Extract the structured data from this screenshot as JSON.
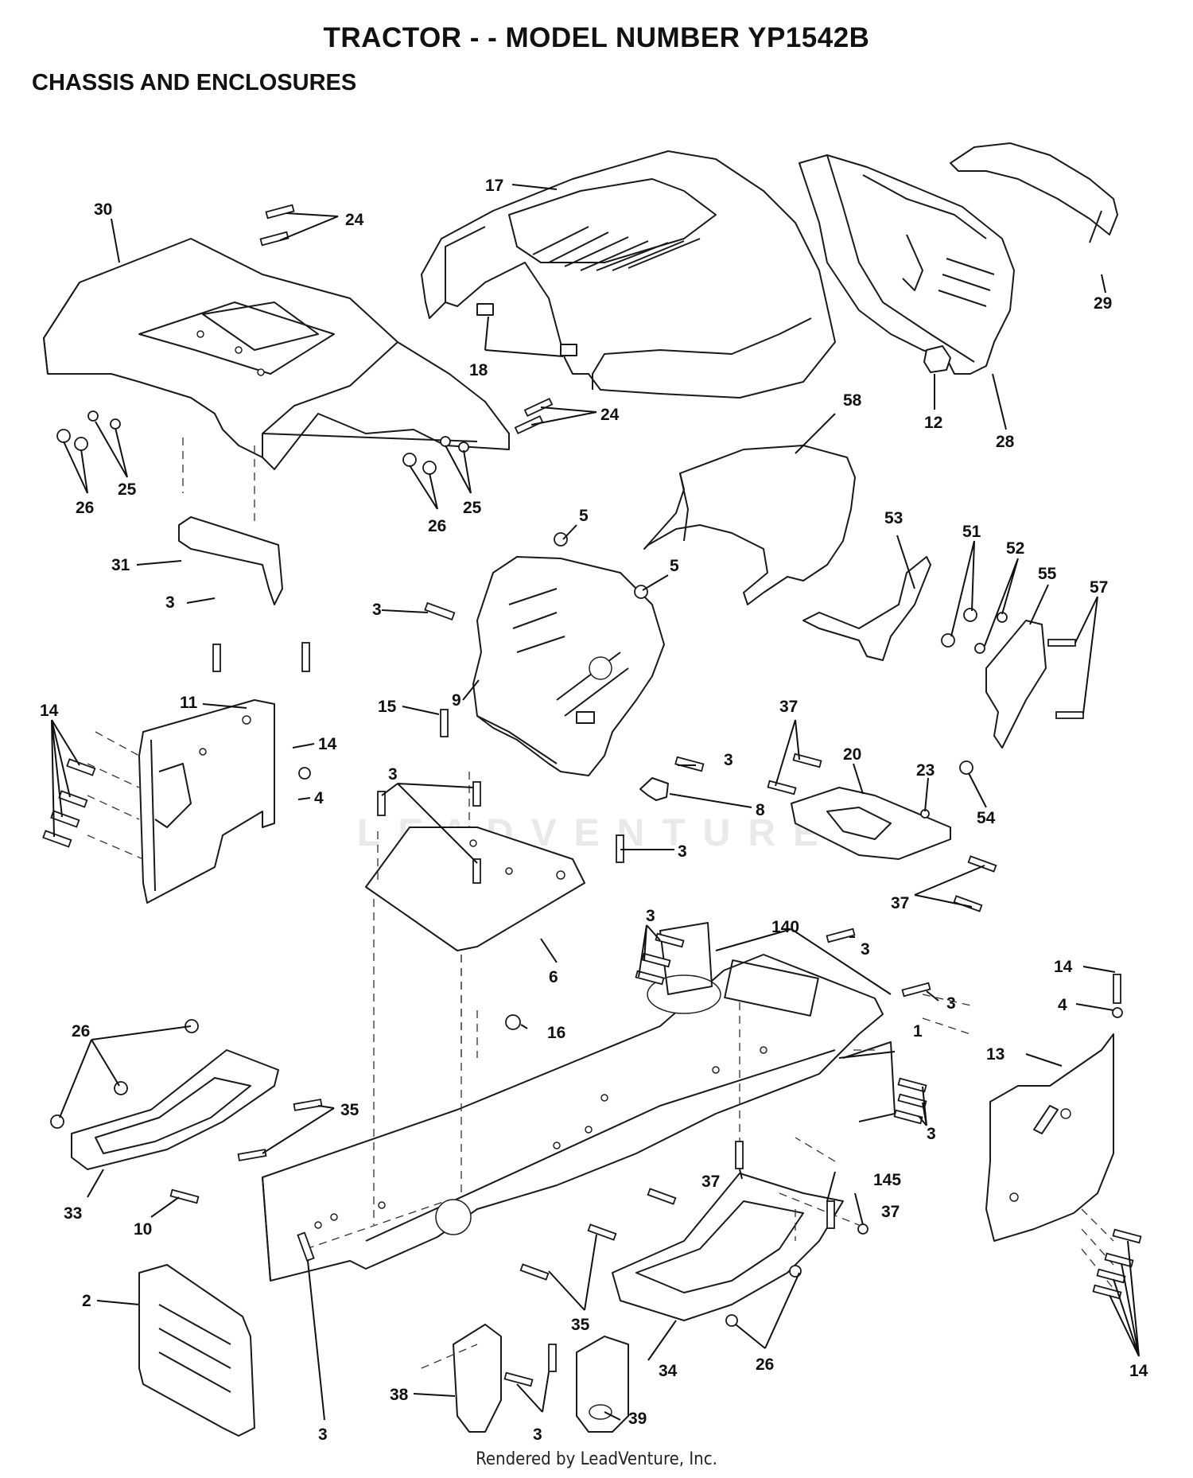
{
  "page": {
    "title": "TRACTOR - - MODEL NUMBER YP1542B",
    "section": "CHASSIS AND ENCLOSURES",
    "watermark": "LEADVENTURE",
    "footer": "Rendered by LeadVenture, Inc."
  },
  "callouts": {
    "c30": "30",
    "c24a": "24",
    "c24b": "24",
    "c17": "17",
    "c18": "18",
    "c29": "29",
    "c12": "12",
    "c28": "28",
    "c58": "58",
    "c25a": "25",
    "c26a": "26",
    "c25b": "25",
    "c26b": "26",
    "c5a": "5",
    "c5b": "5",
    "c31": "31",
    "c3a": "3",
    "c3b": "3",
    "c53": "53",
    "c51": "51",
    "c52": "52",
    "c55": "55",
    "c57": "57",
    "c9": "9",
    "c11": "11",
    "c14a": "14",
    "c14b": "14",
    "c15": "15",
    "c4a": "4",
    "c3c": "3",
    "c37a": "37",
    "c20": "20",
    "c23": "23",
    "c54": "54",
    "c8": "8",
    "c3d": "3",
    "c3e": "3",
    "c37b": "37",
    "c6": "6",
    "c140": "140",
    "c3f": "3",
    "c3g": "3",
    "c3h": "3",
    "c14c": "14",
    "c4b": "4",
    "c1": "1",
    "c16": "16",
    "c26c": "26",
    "c13": "13",
    "c35a": "35",
    "c3i": "3",
    "c145": "145",
    "c37c": "37",
    "c37d": "37",
    "c33": "33",
    "c10": "10",
    "c35b": "35",
    "c34": "34",
    "c2": "2",
    "c14d": "14",
    "c38": "38",
    "c3j": "3",
    "c3k": "3",
    "c39": "39",
    "c26d": "26"
  }
}
